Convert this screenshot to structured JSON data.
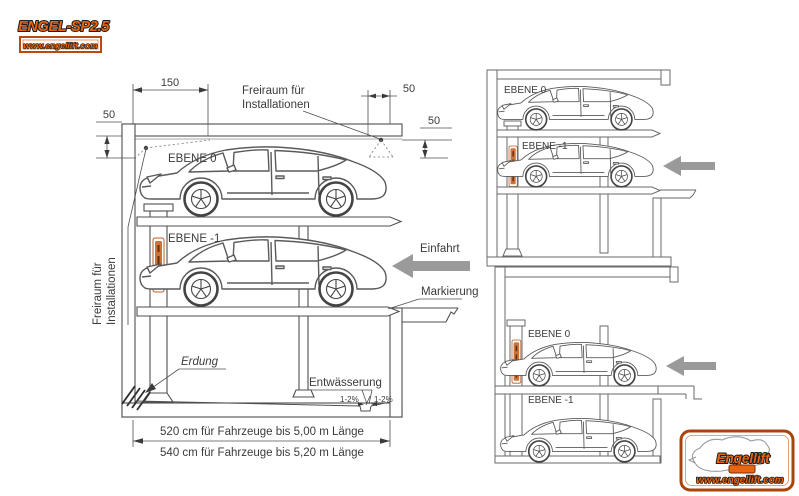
{
  "colors": {
    "accent_orange": "#e8650f",
    "logo_border": "#a8440e",
    "arrow_gray": "#9a9a9a",
    "line_gray": "#4f4f4f",
    "text_dark": "#3b3b3b",
    "column_sticker": "#cd7338"
  },
  "logo_top_left": {
    "title": "ENGEL-SP2.5",
    "website": "www.engellift.com"
  },
  "logo_bottom_right": {
    "brand": "Engellift",
    "website": "www.engellift.com"
  },
  "main": {
    "ebene0": "EBENE 0",
    "ebene_minus_1": "EBENE -1",
    "freiraum_top_line1": "Freiraum für",
    "freiraum_top_line2": "Installationen",
    "freiraum_left_line1": "Freiraum für",
    "freiraum_left_line2": "Installationen",
    "dim_150": "150",
    "dim_50_top_right": "50",
    "dim_50_left": "50",
    "dim_50_right": "50",
    "einfahrt": "Einfahrt",
    "markierung": "Markierung",
    "erdung": "Erdung",
    "entwaesserung": "Entwässerung",
    "slope_left": "1-2%",
    "slope_right": "1-2%",
    "dim_length_1": "520 cm für Fahrzeuge bis 5,00 m Länge",
    "dim_length_2": "540 cm für Fahrzeuge bis 5,20 m Länge"
  },
  "panel_top_right": {
    "ebene0": "EBENE 0",
    "ebene_minus_1": "EBENE -1"
  },
  "panel_bottom_right": {
    "ebene0": "EBENE 0",
    "ebene_minus_1": "EBENE -1"
  }
}
